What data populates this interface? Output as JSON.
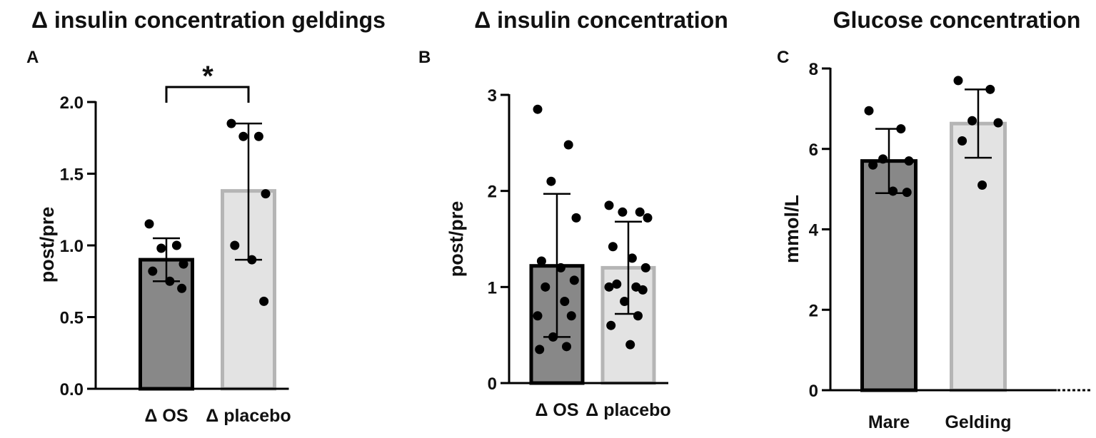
{
  "chart_data": [
    {
      "type": "bar",
      "panel_label": "A",
      "title": "Δ insulin concentration geldings",
      "ylabel": "post/pre",
      "xlabel": "",
      "ylim": [
        0,
        2.0
      ],
      "yticks": [
        "0.0",
        "0.5",
        "1.0",
        "1.5",
        "2.0"
      ],
      "categories": [
        "Δ OS",
        "Δ placebo"
      ],
      "values": [
        0.9,
        1.38
      ],
      "error_low": [
        0.75,
        0.9
      ],
      "error_high": [
        1.05,
        1.85
      ],
      "points": [
        [
          1.15,
          1.0,
          0.98,
          0.87,
          0.82,
          0.75,
          0.7
        ],
        [
          1.85,
          1.76,
          1.76,
          1.36,
          1.0,
          0.9,
          0.61
        ]
      ],
      "bar_colors": [
        "#888888",
        "#e3e3e3"
      ],
      "significance": "*"
    },
    {
      "type": "bar",
      "panel_label": "B",
      "title": "Δ insulin concentration",
      "ylabel": "post/pre",
      "xlabel": "",
      "ylim": [
        0,
        3
      ],
      "yticks": [
        "0",
        "1",
        "2",
        "3"
      ],
      "categories": [
        "Δ OS",
        "Δ placebo"
      ],
      "values": [
        1.22,
        1.2
      ],
      "error_low": [
        0.48,
        0.72
      ],
      "error_high": [
        1.97,
        1.68
      ],
      "points": [
        [
          2.85,
          2.48,
          2.1,
          1.72,
          1.27,
          1.2,
          1.07,
          1.0,
          0.85,
          0.7,
          0.7,
          0.48,
          0.38,
          0.35
        ],
        [
          1.85,
          1.78,
          1.78,
          1.72,
          1.42,
          1.3,
          1.2,
          1.03,
          1.0,
          1.0,
          0.97,
          0.85,
          0.7,
          0.6,
          0.4
        ]
      ],
      "bar_colors": [
        "#888888",
        "#e3e3e3"
      ]
    },
    {
      "type": "bar",
      "panel_label": "C",
      "title": "Glucose concentration",
      "ylabel": "mmol/L",
      "xlabel": "",
      "ylim": [
        0,
        8
      ],
      "yticks": [
        "0",
        "2",
        "4",
        "6",
        "8"
      ],
      "categories": [
        "Mare",
        "Gelding"
      ],
      "values": [
        5.7,
        6.63
      ],
      "error_low": [
        4.9,
        5.78
      ],
      "error_high": [
        6.5,
        7.48
      ],
      "points": [
        [
          6.95,
          6.5,
          5.75,
          5.7,
          5.6,
          4.95,
          4.92
        ],
        [
          7.7,
          7.48,
          6.7,
          6.65,
          6.2,
          5.1
        ]
      ],
      "bar_colors": [
        "#888888",
        "#e3e3e3"
      ]
    }
  ]
}
